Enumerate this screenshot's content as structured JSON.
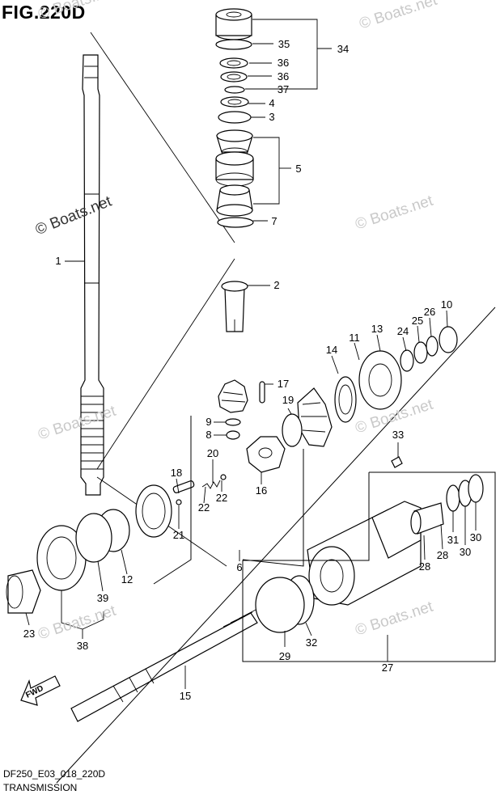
{
  "figure": {
    "title": "FIG.220D",
    "code": "DF250_E03_018_220D",
    "name": "TRANSMISSION",
    "direction_label": "FWD"
  },
  "watermarks": {
    "brand": "© Boats.net"
  },
  "callouts": {
    "p1": "1",
    "p2": "2",
    "p3": "3",
    "p4": "4",
    "p5": "5",
    "p6": "6",
    "p7": "7",
    "p8": "8",
    "p9": "9",
    "p10": "10",
    "p11": "11",
    "p12": "12",
    "p13": "13",
    "p14": "14",
    "p15": "15",
    "p16": "16",
    "p17": "17",
    "p18": "18",
    "p19": "19",
    "p20": "20",
    "p21": "21",
    "p22a": "22",
    "p22b": "22",
    "p23": "23",
    "p24": "24",
    "p25": "25",
    "p26": "26",
    "p27": "27",
    "p28a": "28",
    "p28b": "28",
    "p29": "29",
    "p30a": "30",
    "p30b": "30",
    "p31": "31",
    "p32": "32",
    "p33": "33",
    "p34": "34",
    "p35": "35",
    "p36a": "36",
    "p36b": "36",
    "p37": "37",
    "p38": "38",
    "p39": "39"
  },
  "colors": {
    "line": "#000000",
    "watermark": "#c9c9c9",
    "background": "#ffffff"
  }
}
